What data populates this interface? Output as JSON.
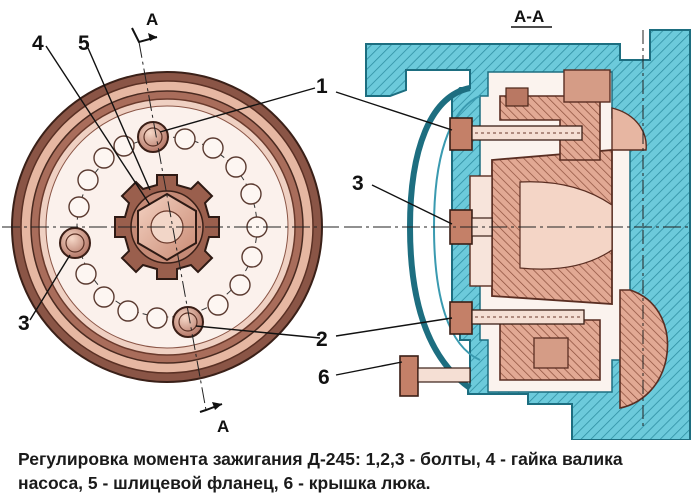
{
  "labels": {
    "n1": "1",
    "n2": "2",
    "n3_left": "3",
    "n3_right": "3",
    "n4": "4",
    "n5": "5",
    "n6": "6",
    "section_top": "A",
    "section_bottom": "A",
    "section_view": "А-А"
  },
  "caption": {
    "line1": "Регулировка момента зажигания Д-245: 1,2,3 - болты, 4 - гайка валика",
    "line2": "насоса, 5 - шлицевой фланец, 6 - крышка люка."
  },
  "colors": {
    "cyan": "#5fc4d8",
    "flesh": "#e9b9a4",
    "brown": "#7a4a3a",
    "gear": "#b07a66",
    "ink": "#1a1a1a"
  }
}
